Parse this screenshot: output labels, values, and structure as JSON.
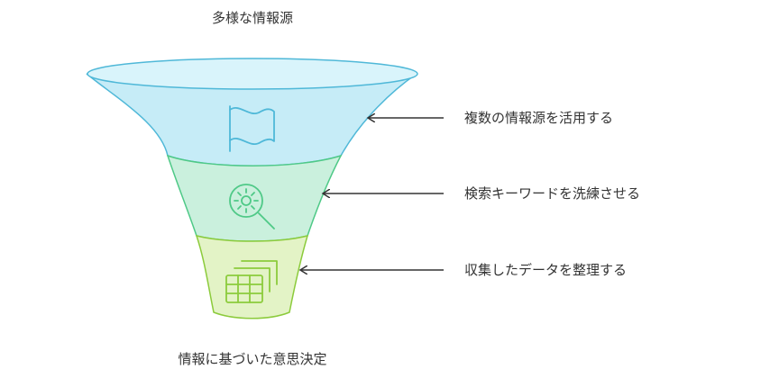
{
  "diagram": {
    "top_label": "多様な情報源",
    "bottom_label": "情報に基づいた意思決定",
    "stages": [
      {
        "label": "複数の情報源を活用する",
        "icon": "flag-icon",
        "fill": "#c6ecf7",
        "stroke": "#4fb8d8"
      },
      {
        "label": "検索キーワードを洗練させる",
        "icon": "gear-search-icon",
        "fill": "#caf0dd",
        "stroke": "#4fc987"
      },
      {
        "label": "収集したデータを整理する",
        "icon": "table-stack-icon",
        "fill": "#e3f3c6",
        "stroke": "#8ccb3c"
      }
    ],
    "arrow_color": "#333333"
  }
}
